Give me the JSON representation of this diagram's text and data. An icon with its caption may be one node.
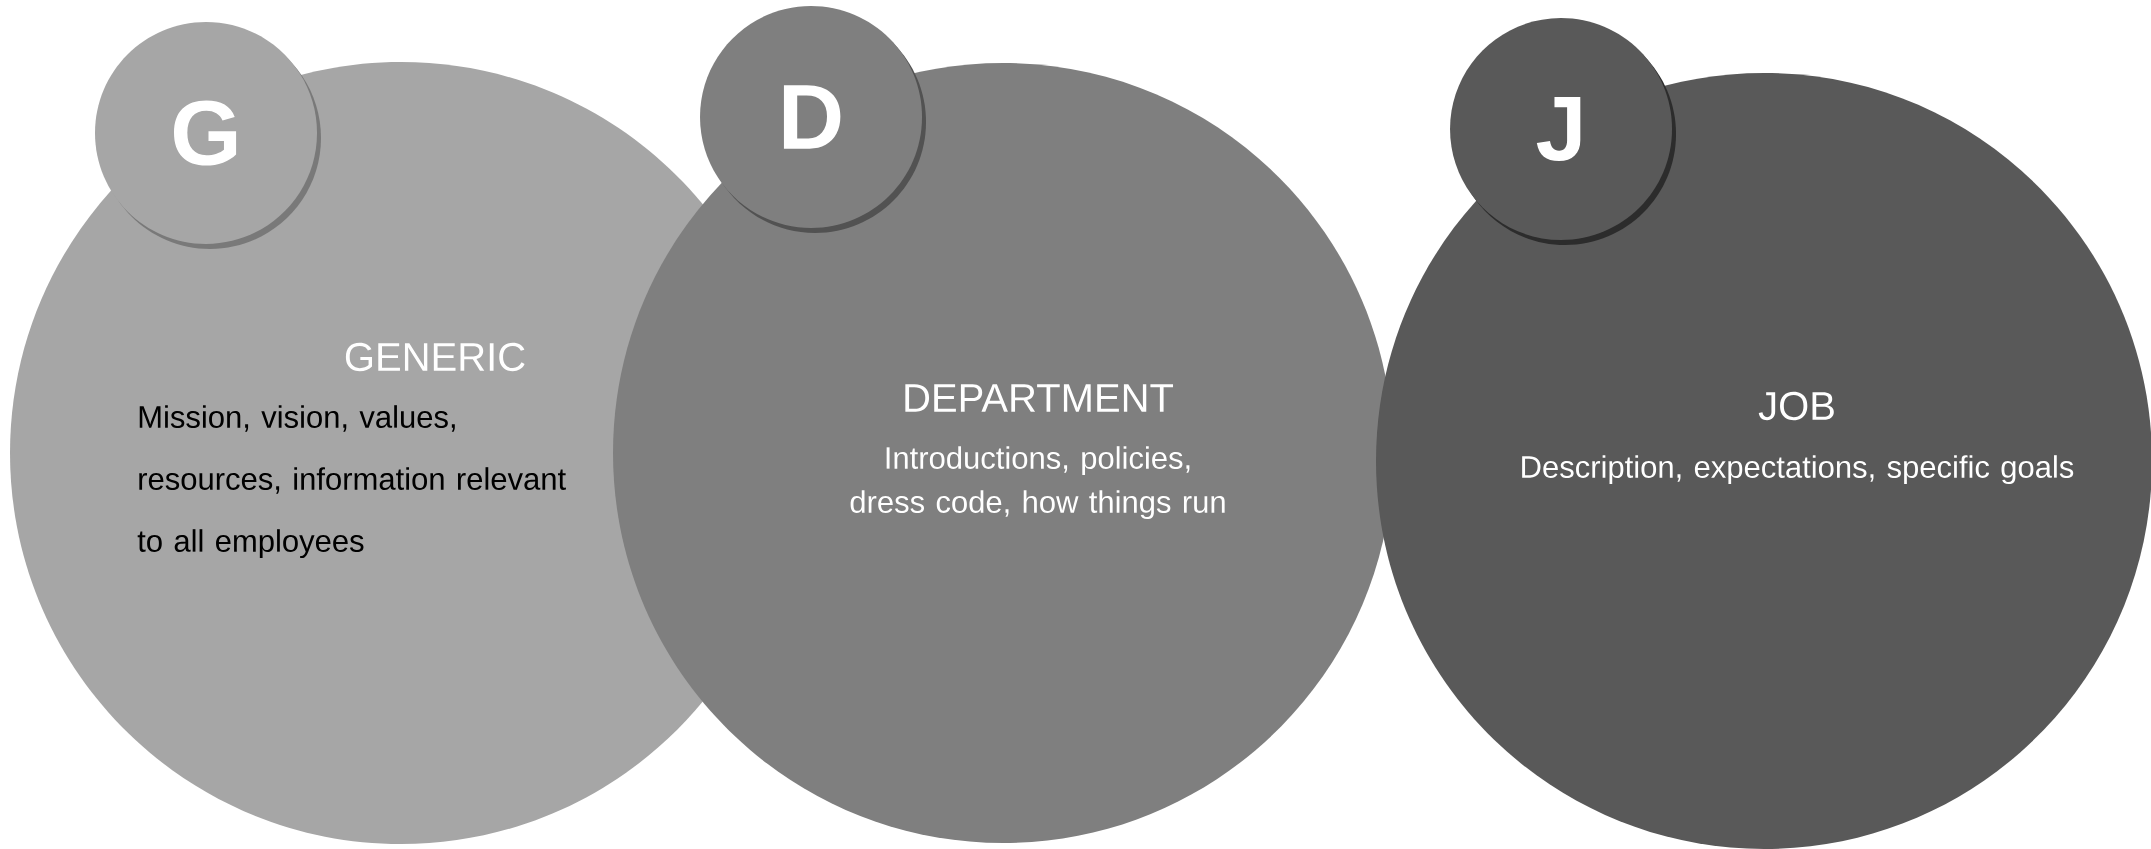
{
  "diagram": {
    "nodes": [
      {
        "text": [
          "GENERIC",
          "Mission, vision, values, resources, information relevant to all employees"
        ]
      },
      {
        "text": [
          "G"
        ]
      },
      {
        "text": [
          "DEPARTMENT",
          "Introductions, policies, dress code, how things run"
        ]
      },
      {
        "text": [
          "D"
        ]
      },
      {
        "text": [
          "JOB",
          "Description, expectations, specific goals"
        ]
      },
      {
        "text": [
          "J"
        ]
      }
    ]
  }
}
